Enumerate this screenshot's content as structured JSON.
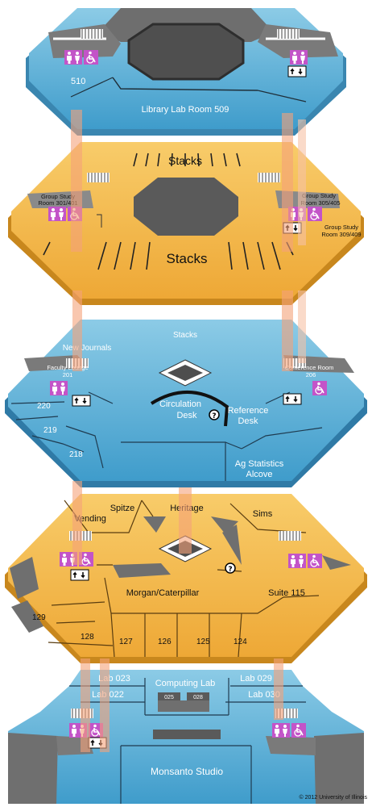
{
  "floors": {
    "fifth": {
      "room_510": "510",
      "library_lab": "Library Lab Room 509"
    },
    "fourth": {
      "stacks_top": "Stacks",
      "stacks_bottom": "Stacks",
      "group_study_left_line1": "Group Study",
      "group_study_left_line2": "Room 301/401",
      "group_study_right_line1": "Group Study",
      "group_study_right_line2": "Room 305/405",
      "group_study_right2_line1": "Group Study",
      "group_study_right2_line2": "Room 309/409"
    },
    "second": {
      "stacks": "Stacks",
      "new_journals": "New Journals",
      "faculty_lounge": "Faculty Lounge",
      "faculty_lounge_num": "201",
      "conference_room": "Conference Room",
      "conference_room_num": "206",
      "room_220": "220",
      "room_219": "219",
      "room_218": "218",
      "circulation_line1": "Circulation",
      "circulation_line2": "Desk",
      "reference_line1": "Reference",
      "reference_line2": "Desk",
      "ag_stats_line1": "Ag Statistics",
      "ag_stats_line2": "Alcove"
    },
    "first": {
      "spitze": "Spitze",
      "heritage": "Heritage",
      "vending": "Vending",
      "sims": "Sims",
      "morgan": "Morgan/Caterpillar",
      "suite": "Suite 115",
      "room_129": "129",
      "room_128": "128",
      "room_127": "127",
      "room_126": "126",
      "room_125": "125",
      "room_124": "124"
    },
    "basement": {
      "lab_023": "Lab 023",
      "lab_022": "Lab 022",
      "lab_029": "Lab 029",
      "lab_030": "Lab 030",
      "computing_lab": "Computing Lab",
      "room_025": "025",
      "room_028": "028",
      "monsanto": "Monsanto Studio"
    }
  },
  "copyright": "© 2012 University of Illinois",
  "colors": {
    "blue_floor": "#5fb3d9",
    "orange_floor": "#f2b446",
    "restroom": "#c354c8",
    "elevator_shaft": "#f5b090",
    "gray": "#6f6f6f"
  },
  "icons": [
    "restroom-icon",
    "wheelchair-icon",
    "elevator-icon",
    "info-icon",
    "stairs-icon"
  ]
}
